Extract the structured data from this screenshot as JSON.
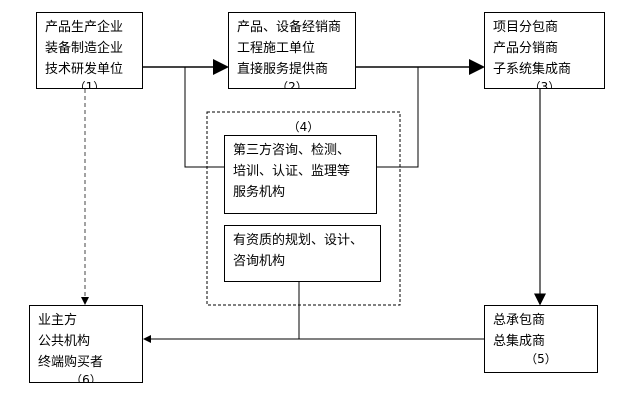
{
  "nodes": [
    {
      "id": "n1",
      "lines": [
        "产品生产企业",
        "装备制造企业",
        "技术研发单位"
      ],
      "label": "（1）"
    },
    {
      "id": "n2",
      "lines": [
        "产品、设备经销商",
        "工程施工单位",
        "直接服务提供商"
      ],
      "label": "（2）"
    },
    {
      "id": "n3",
      "lines": [
        "项目分包商",
        "产品分销商",
        "子系统集成商"
      ],
      "label": "（3）"
    },
    {
      "id": "n4a",
      "lines": [
        "第三方咨询、检测、",
        "培训、认证、监理等",
        "服务机构"
      ]
    },
    {
      "id": "n4b",
      "lines": [
        "有资质的规划、设计、",
        "咨询机构"
      ]
    },
    {
      "id": "n5",
      "lines": [
        "总承包商",
        "总集成商"
      ],
      "label": "（5）"
    },
    {
      "id": "n6",
      "lines": [
        "业主方",
        "公共机构",
        "终端购买者"
      ],
      "label": "（6）"
    }
  ],
  "group_label": "（4）"
}
